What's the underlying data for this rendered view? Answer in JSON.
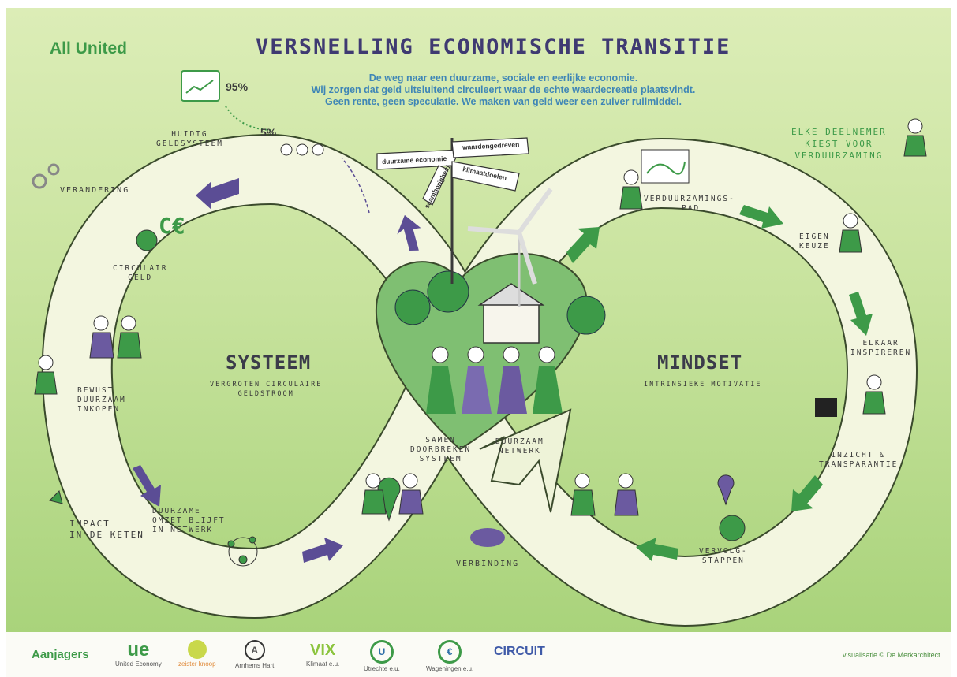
{
  "brand": "All United",
  "title": "VERSNELLING ECONOMISCHE TRANSITIE",
  "subtitle": [
    "De weg naar een duurzame, sociale en eerlijke economie.",
    "Wij zorgen dat geld uitsluitend circuleert waar de echte waardecreatie plaatsvindt.",
    "Geen rente, geen speculatie. We maken van geld weer een zuiver ruilmiddel."
  ],
  "stats": {
    "high": "95%",
    "low": "5%"
  },
  "signposts": [
    "duurzame economie",
    "waardengedreven",
    "klimaatdoelen",
    "saamhorigheid"
  ],
  "left": {
    "title": "SYSTEEM",
    "subtitle_1": "VERGROTEN CIRCULAIRE",
    "subtitle_2": "GELDSTROOM",
    "labels": {
      "huidig": [
        "HUIDIG",
        "GELDSYSTEEM"
      ],
      "verandering": "VERANDERING",
      "circulair": [
        "CIRCULAIR",
        "GELD"
      ],
      "currency": "C€",
      "bewust": [
        "BEWUST",
        "DUURZAAM",
        "INKOPEN"
      ],
      "impact": [
        "IMPACT",
        "IN DE KETEN"
      ],
      "omzet": [
        "DUURZAME",
        "OMZET BLIJFT",
        "IN NETWERK"
      ],
      "samen": [
        "SAMEN",
        "DOORBREKEN",
        "SYSTEEM"
      ]
    }
  },
  "right": {
    "title": "MINDSET",
    "subtitle": "INTRINSIEKE MOTIVATIE",
    "labels": {
      "elke": [
        "ELKE DEELNEMER",
        "KIEST VOOR",
        "VERDUURZAMING"
      ],
      "pad": [
        "VERDUURZAMINGS-",
        "PAD"
      ],
      "keuze": [
        "EIGEN",
        "KEUZE"
      ],
      "inspireren": [
        "ELKAAR",
        "INSPIREREN"
      ],
      "inzicht": [
        "INZICHT &",
        "TRANSPARANTIE"
      ],
      "vervolg": [
        "VERVOLG-",
        "STAPPEN"
      ],
      "netwerk": [
        "DUURZAAM",
        "NETWERK"
      ]
    }
  },
  "verbinding": "VERBINDING",
  "footer": {
    "label": "Aanjagers",
    "logos": [
      {
        "mark": "ue",
        "caption": "United Economy"
      },
      {
        "mark": "",
        "caption": "zeister knoop"
      },
      {
        "mark": "A",
        "caption": "Arnhems Hart"
      },
      {
        "mark": "VIX",
        "caption": "Klimaat e.u."
      },
      {
        "mark": "U",
        "caption": "Utrechte e.u."
      },
      {
        "mark": "€",
        "caption": "Wageningen e.u."
      },
      {
        "mark": "CIRCUIT",
        "caption": ""
      }
    ],
    "credit": "visualisatie © De Merkarchitect"
  },
  "colors": {
    "green": "#3d9a48",
    "purple": "#6b5aa0",
    "cream": "#f5f7e4",
    "navy": "#3f3a72"
  }
}
